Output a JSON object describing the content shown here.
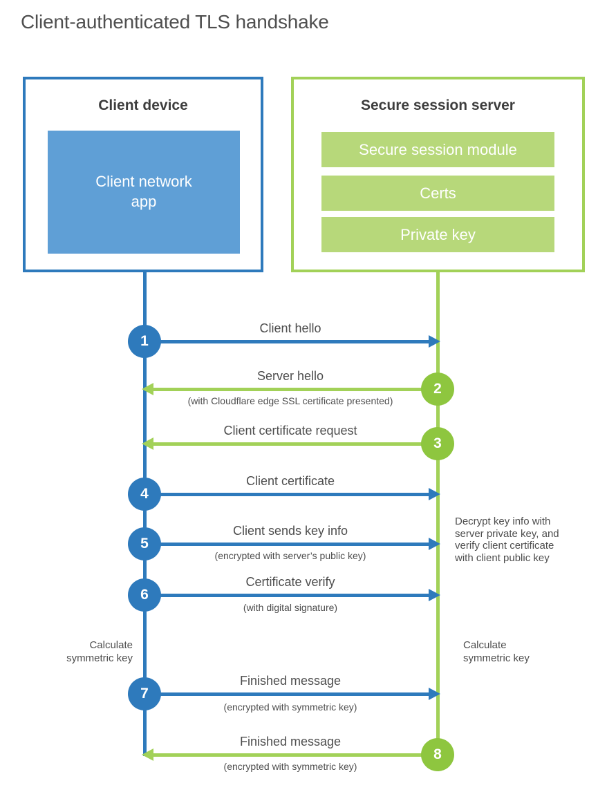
{
  "title": "Client-authenticated TLS handshake",
  "client": {
    "title": "Client device",
    "app_label": "Client network\napp"
  },
  "server": {
    "title": "Secure session server",
    "modules": [
      "Secure session module",
      "Certs",
      "Private key"
    ]
  },
  "steps": [
    {
      "num": "1",
      "from": "client",
      "to": "server",
      "direction": "right",
      "label": "Client hello",
      "sublabel": ""
    },
    {
      "num": "2",
      "from": "server",
      "to": "client",
      "direction": "left",
      "label": "Server hello",
      "sublabel": "(with Cloudflare edge SSL certificate presented)"
    },
    {
      "num": "3",
      "from": "server",
      "to": "client",
      "direction": "left",
      "label": "Client certificate request",
      "sublabel": ""
    },
    {
      "num": "4",
      "from": "client",
      "to": "server",
      "direction": "right",
      "label": "Client certificate",
      "sublabel": ""
    },
    {
      "num": "5",
      "from": "client",
      "to": "server",
      "direction": "right",
      "label": "Client sends key info",
      "sublabel": "(encrypted with server’s public key)"
    },
    {
      "num": "6",
      "from": "client",
      "to": "server",
      "direction": "right",
      "label": "Certificate verify",
      "sublabel": "(with digital signature)"
    },
    {
      "num": "7",
      "from": "client",
      "to": "server",
      "direction": "right",
      "label": "Finished message",
      "sublabel": "(encrypted with symmetric key)"
    },
    {
      "num": "8",
      "from": "server",
      "to": "client",
      "direction": "left",
      "label": "Finished message",
      "sublabel": "(encrypted with symmetric key)"
    }
  ],
  "annotations": {
    "client_calculate": "Calculate\nsymmetric key",
    "server_calculate": "Calculate\nsymmetric key",
    "server_decrypt": "Decrypt key info with\nserver private key, and\nverify client certificate\nwith client public key"
  },
  "colors": {
    "blue": "#2e7abc",
    "blue_fill": "#5f9fd6",
    "green_line": "#a2d158",
    "green_circle": "#8ec63f",
    "green_fill": "#b7d87a",
    "text": "#4d4d4d"
  }
}
